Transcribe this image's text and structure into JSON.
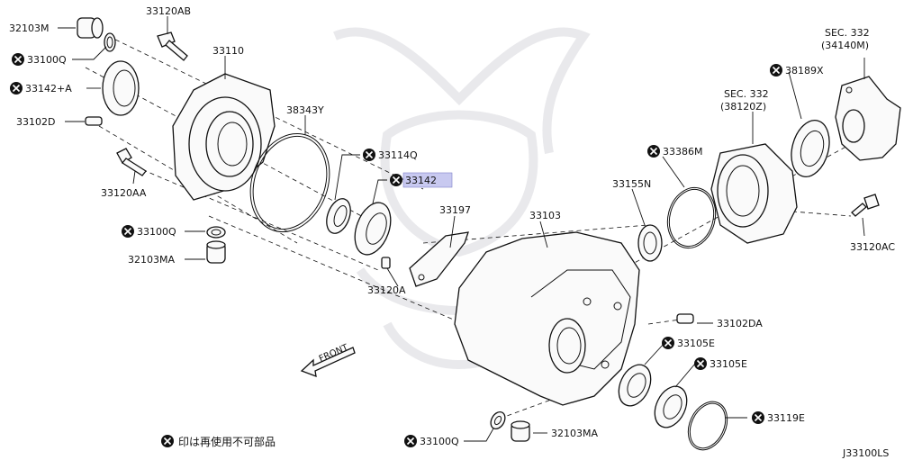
{
  "diagram_code": "J33100LS",
  "note": "印は再使用不可部品",
  "front_label": "FRONT",
  "highlighted_part": "33142",
  "labels": {
    "p32103M": "32103M",
    "p33120AB": "33120AB",
    "p33100Q_top": "33100Q",
    "p33110": "33110",
    "p33142A": "33142+A",
    "p33102D": "33102D",
    "p38343Y": "38343Y",
    "p33114Q": "33114Q",
    "p33142": "33142",
    "p33120AA": "33120AA",
    "p33100Q_mid": "33100Q",
    "p32103MA_left": "32103MA",
    "p33197": "33197",
    "p33103": "33103",
    "p33120A": "33120A",
    "p33155N": "33155N",
    "p33386M": "33386M",
    "sec332_b_1": "SEC. 332",
    "sec332_b_2": "(38120Z)",
    "p38189X": "38189X",
    "sec332_a_1": "SEC. 332",
    "sec332_a_2": "(34140M)",
    "p33120AC": "33120AC",
    "p33102DA": "33102DA",
    "p33105E_1": "33105E",
    "p33105E_2": "33105E",
    "p33119E": "33119E",
    "p33100Q_bottom": "33100Q",
    "p32103MA_bottom": "32103MA"
  }
}
